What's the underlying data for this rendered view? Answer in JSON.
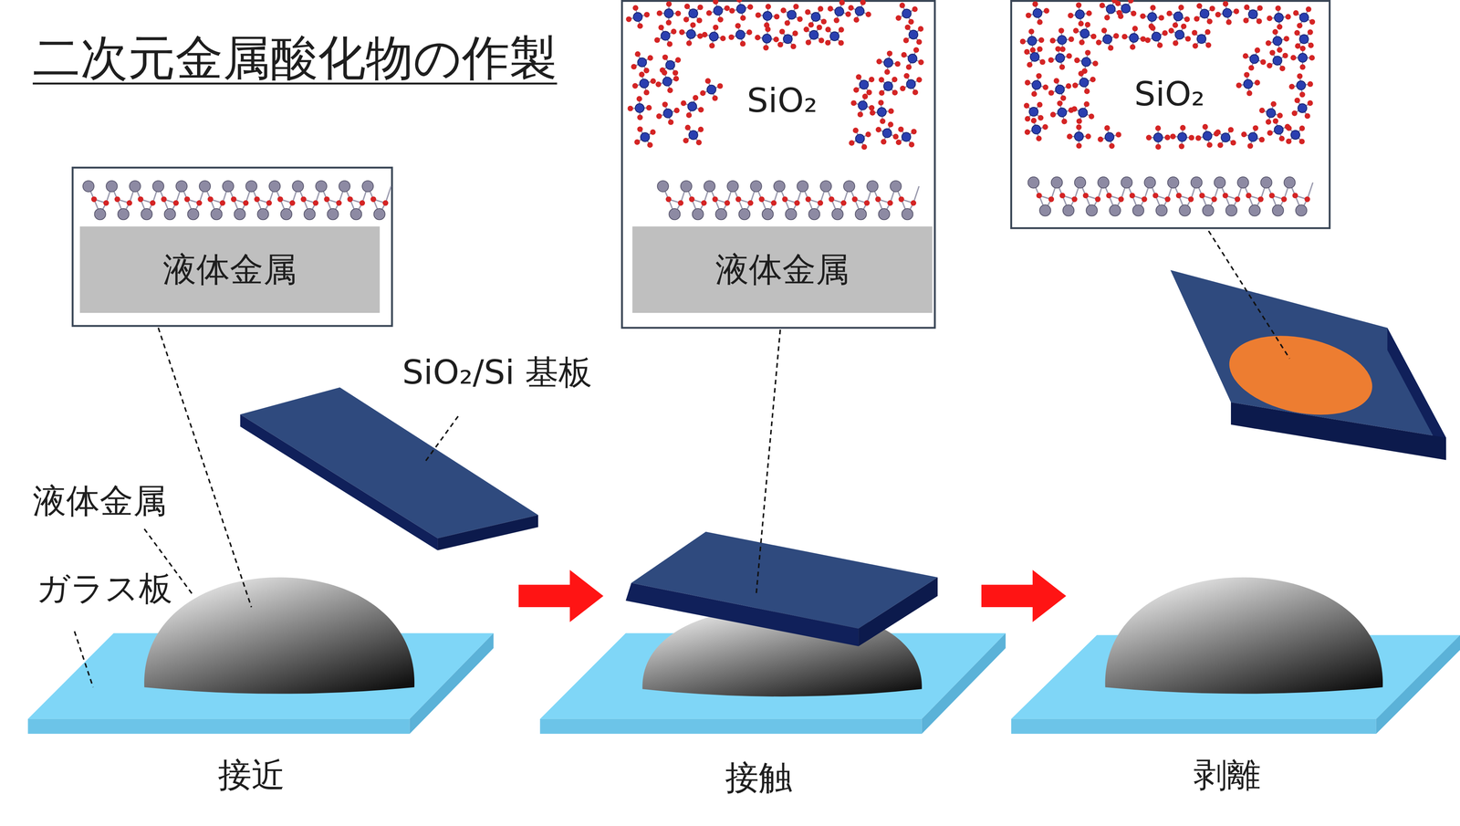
{
  "diagram": {
    "title": "二次元金属酸化物の作製",
    "nodes": [
      {
        "text": [
          "液体金属"
        ]
      },
      {
        "text": [
          "液体金属"
        ]
      }
    ],
    "labels": [
      "SiO₂/Si 基板",
      "液体金属",
      "ガラス板",
      "SiO₂",
      "SiO₂",
      "接近",
      "接触",
      "剥離"
    ]
  }
}
